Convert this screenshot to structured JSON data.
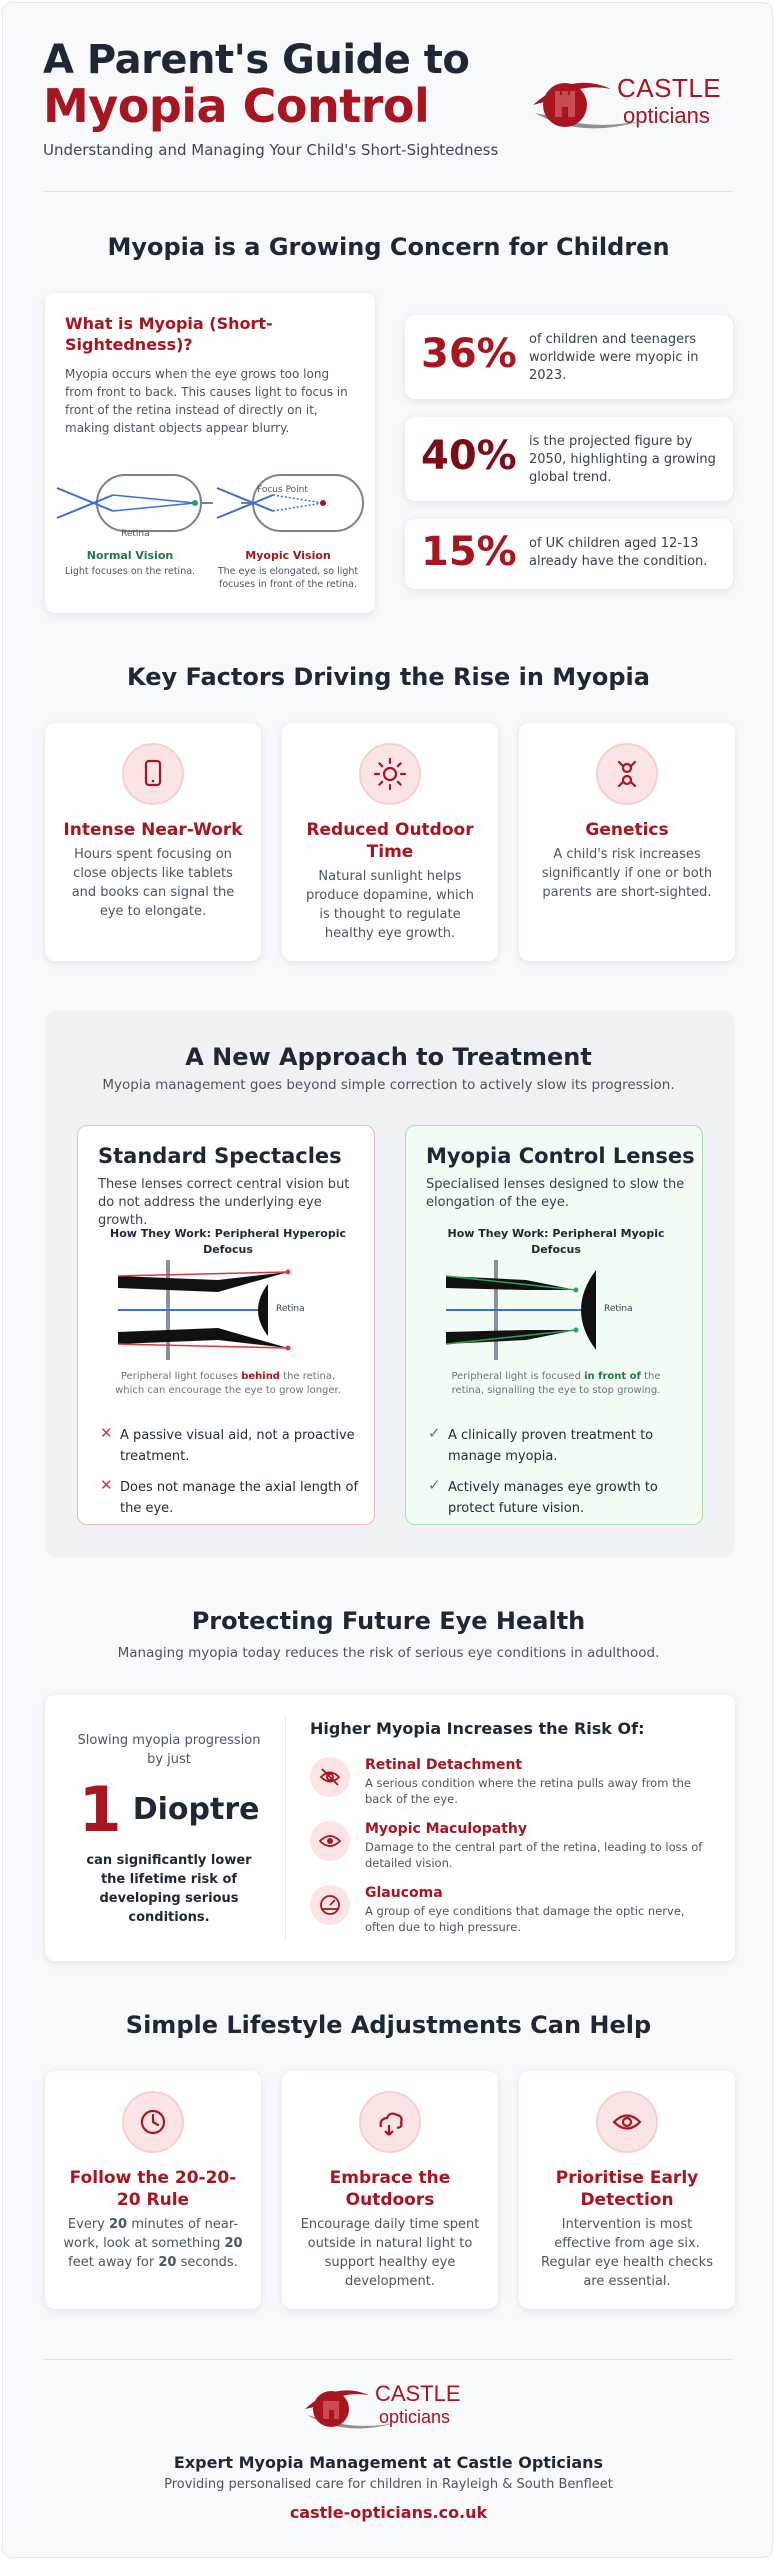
{
  "header": {
    "title_line1": "A Parent's Guide to",
    "title_line2": "Myopia Control",
    "subtitle": "Understanding and Managing Your Child's Short-Sightedness",
    "logo_word1": "CASTLE",
    "logo_word2": "opticians"
  },
  "concern": {
    "title": "Myopia is a Growing Concern for Children",
    "what_title": "What is Myopia (Short-Sightedness)?",
    "what_text": "Myopia occurs when the eye grows too long from front to back. This causes light to focus in front of the retina instead of directly on it, making distant objects appear blurry.",
    "diagram": {
      "retina_label": "Retina",
      "focus_label": "Focus Point",
      "normal_title": "Normal Vision",
      "normal_caption": "Light focuses on the retina.",
      "myopic_title": "Myopic Vision",
      "myopic_caption": "The eye is elongated, so light focuses in front of the retina."
    },
    "stats": [
      {
        "value": "36%",
        "text": "of children and teenagers worldwide were myopic in 2023."
      },
      {
        "value": "40%",
        "text": "is the projected figure by 2050, highlighting a growing global trend."
      },
      {
        "value": "15%",
        "text": "of UK children aged 12-13 already have the condition."
      }
    ]
  },
  "factors": {
    "title": "Key Factors Driving the Rise in Myopia",
    "items": [
      {
        "icon": "phone-icon",
        "title": "Intense Near-Work",
        "text": "Hours spent focusing on close objects like tablets and books can signal the eye to elongate."
      },
      {
        "icon": "sun-icon",
        "title": "Reduced Outdoor Time",
        "text": "Natural sunlight helps produce dopamine, which is thought to regulate healthy eye growth."
      },
      {
        "icon": "dna-icon",
        "title": "Genetics",
        "text": "A child's risk increases significantly if one or both parents are short-sighted."
      }
    ]
  },
  "treatment": {
    "title": "A New Approach to Treatment",
    "subtitle": "Myopia management goes beyond simple correction to actively slow its progression.",
    "standard": {
      "title": "Standard Spectacles",
      "desc": "These lenses correct central vision but do not address the underlying eye growth.",
      "how": "How They Work: Peripheral Hyperopic Defocus",
      "retina_label": "Retina",
      "cap_pre": "Peripheral light focuses ",
      "cap_bold": "behind",
      "cap_post": " the retina, which can encourage the eye to grow longer.",
      "bullets": [
        "A passive visual aid, not a proactive treatment.",
        "Does not manage the axial length of the eye."
      ]
    },
    "control": {
      "title": "Myopia Control Lenses",
      "desc": "Specialised lenses designed to slow the elongation of the eye.",
      "how": "How They Work: Peripheral Myopic Defocus",
      "retina_label": "Retina",
      "cap_pre": "Peripheral light is focused ",
      "cap_bold": "in front of",
      "cap_post": " the retina, signalling the eye to stop growing.",
      "bullets": [
        "A clinically proven treatment to manage myopia.",
        "Actively manages eye growth to protect future vision."
      ]
    }
  },
  "protect": {
    "title": "Protecting Future Eye Health",
    "subtitle": "Managing myopia today reduces the risk of serious eye conditions in adulthood.",
    "slow_label": "Slowing myopia progression by just",
    "big_num": "1",
    "big_unit": "Dioptre",
    "slow_result": "can significantly lower the lifetime risk of developing serious conditions.",
    "risk_title": "Higher Myopia Increases the Risk Of:",
    "risks": [
      {
        "title": "Retinal Detachment",
        "text": "A serious condition where the retina pulls away from the back of the eye."
      },
      {
        "title": "Myopic Maculopathy",
        "text": "Damage to the central part of the retina, leading to loss of detailed vision."
      },
      {
        "title": "Glaucoma",
        "text": "A group of eye conditions that damage the optic nerve, often due to high pressure."
      }
    ]
  },
  "lifestyle": {
    "title": "Simple Lifestyle Adjustments Can Help",
    "items": [
      {
        "title": "Follow the 20-20-20 Rule",
        "t1": "Every ",
        "b1": "20",
        "t2": " minutes of near-work, look at something ",
        "b2": "20",
        "t3": " feet away for ",
        "b3": "20",
        "t4": " seconds."
      },
      {
        "title": "Embrace the Outdoors",
        "text": "Encourage daily time spent outside in natural light to support healthy eye development."
      },
      {
        "title": "Prioritise Early Detection",
        "text": "Intervention is most effective from age six. Regular eye health checks are essential."
      }
    ]
  },
  "footer": {
    "logo_word1": "CASTLE",
    "logo_word2": "opticians",
    "title": "Expert Myopia Management at Castle Opticians",
    "subtitle": "Providing personalised care for children in Rayleigh & South Benfleet",
    "url": "castle-opticians.co.uk"
  }
}
